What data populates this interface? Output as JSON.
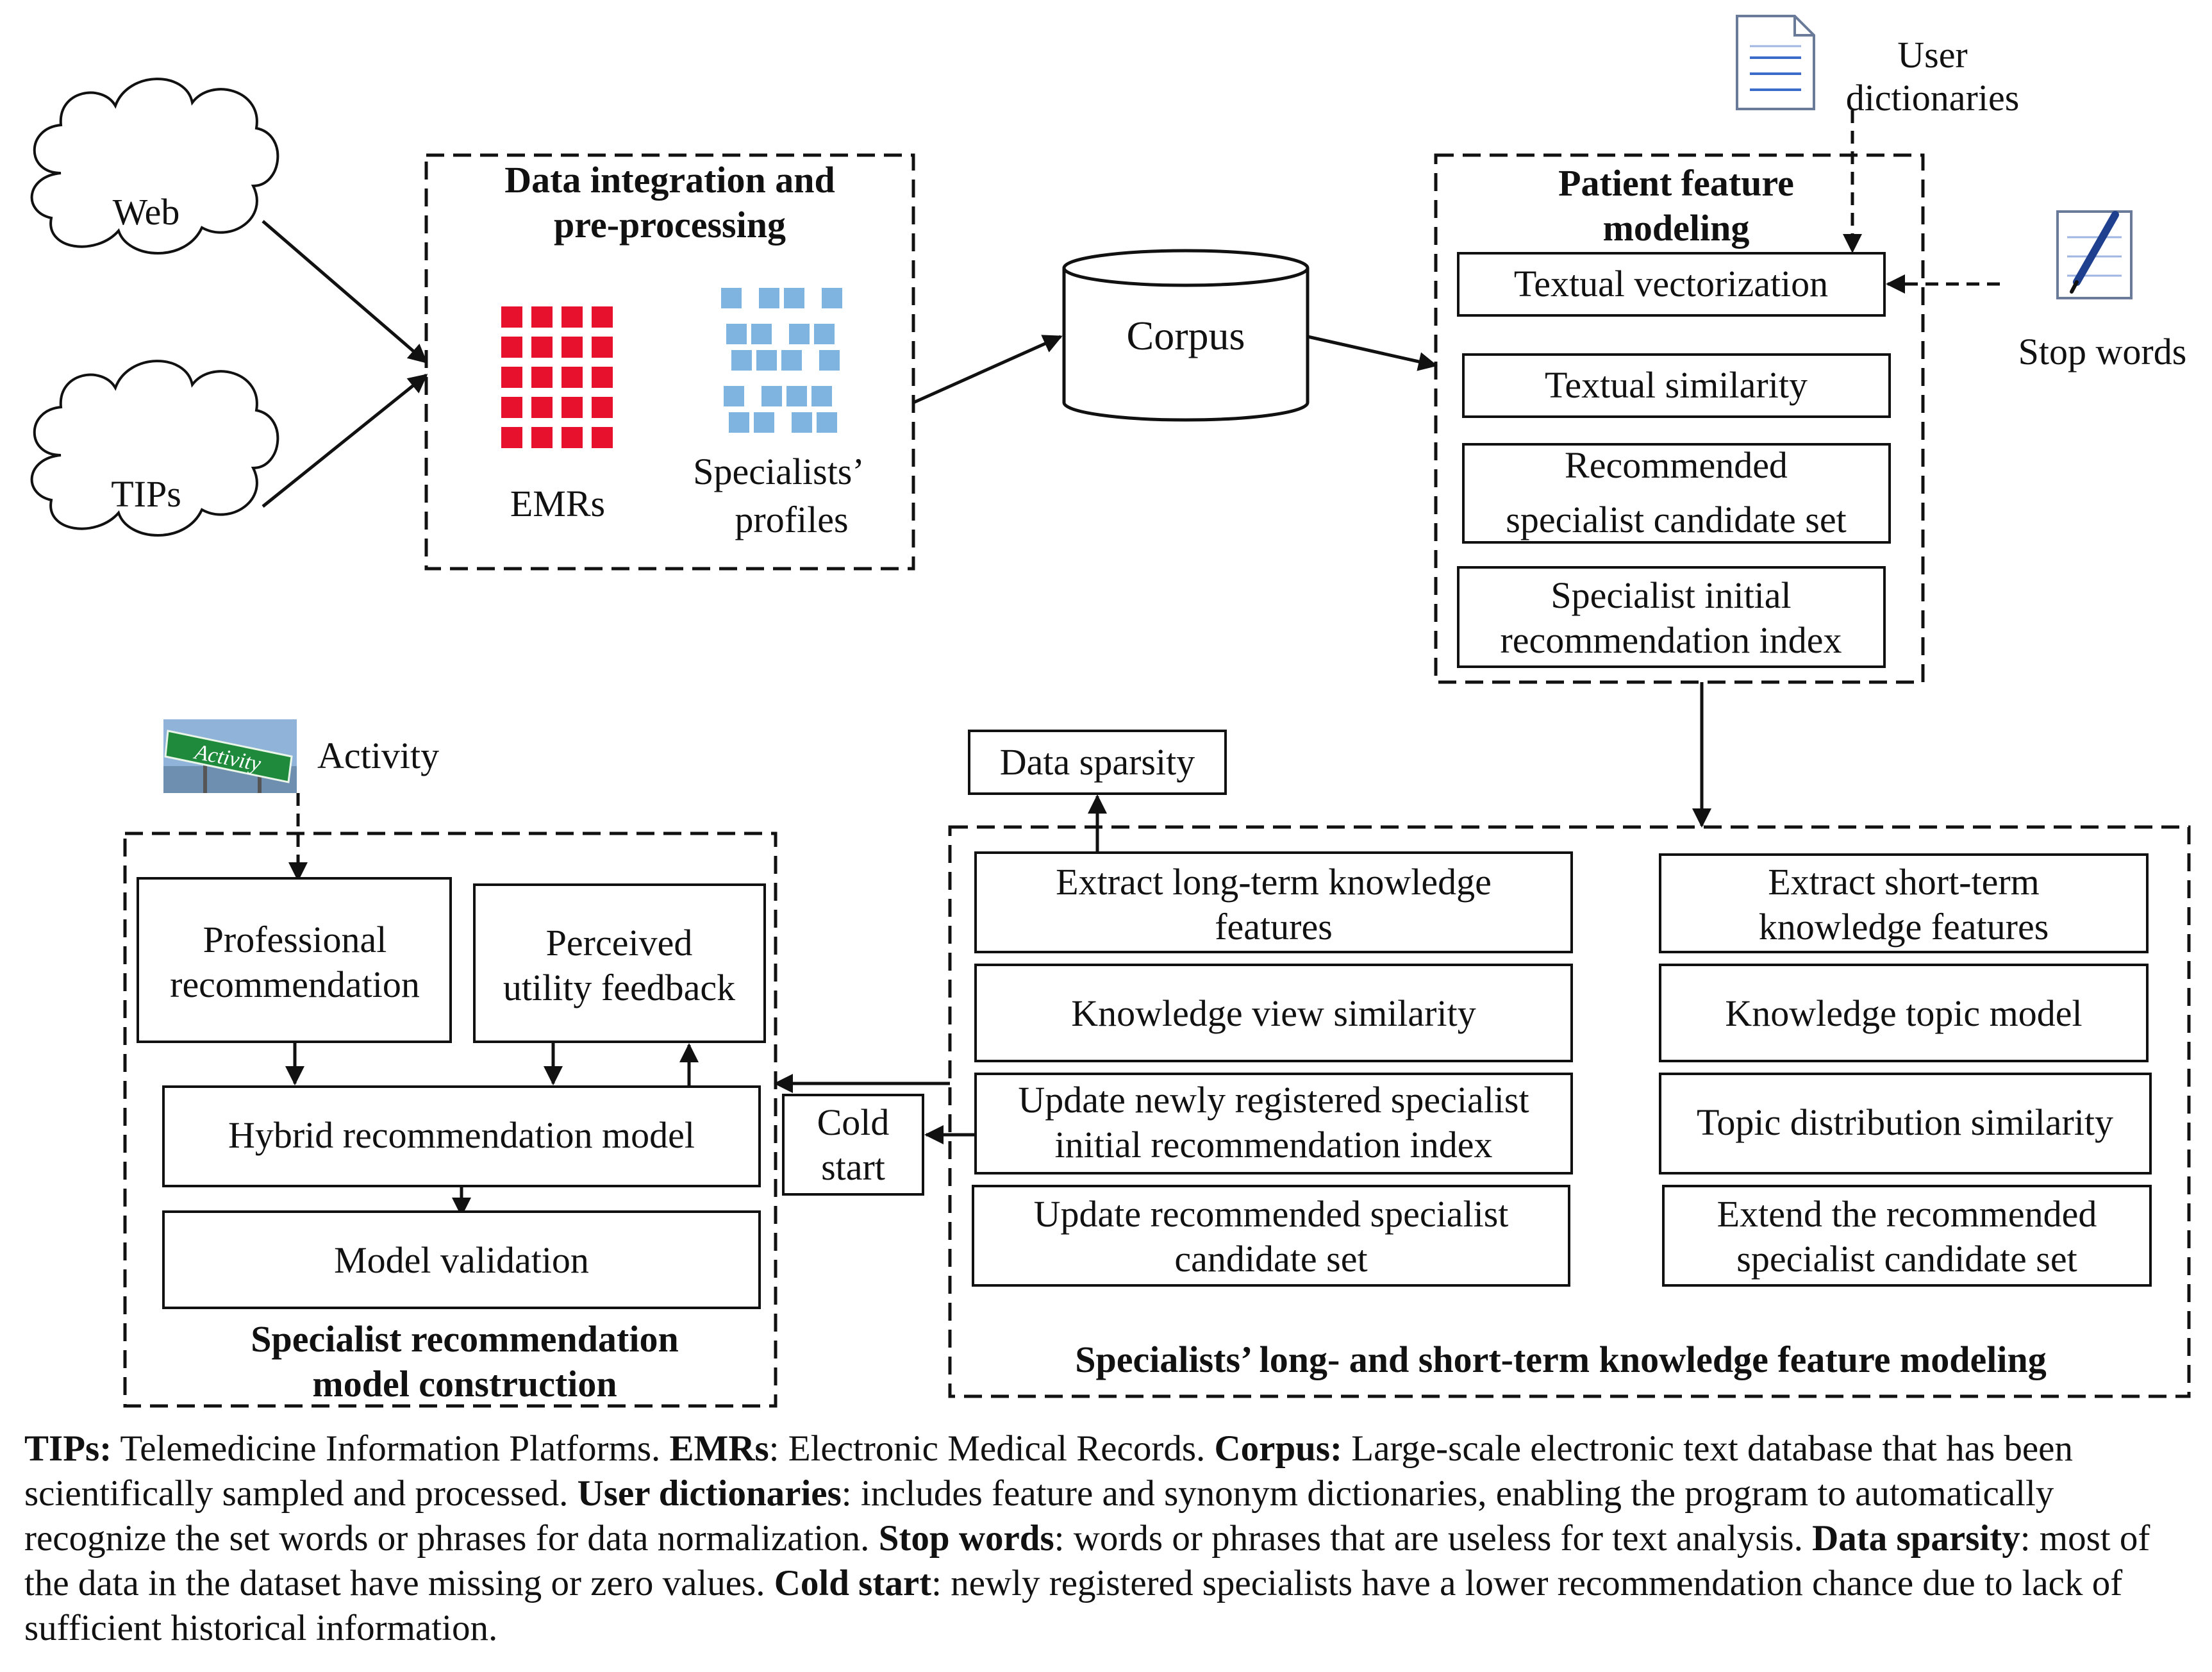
{
  "sources": {
    "web": "Web",
    "tips": "TIPs"
  },
  "data_integration": {
    "title_line1": "Data integration and",
    "title_line2": "pre-processing",
    "emrs": "EMRs",
    "profiles_line1": "Specialists’",
    "profiles_line2": "profiles"
  },
  "corpus": "Corpus",
  "user_dictionaries": {
    "line1": "User",
    "line2": "dictionaries"
  },
  "stop_words": "Stop words",
  "patient_feature": {
    "title_line1": "Patient feature",
    "title_line2": "modeling",
    "textual_vectorization": "Textual vectorization",
    "textual_similarity": "Textual similarity",
    "candidate_line1": "Recommended",
    "candidate_line2": "specialist candidate set",
    "index_line1": "Specialist initial",
    "index_line2": "recommendation index"
  },
  "data_sparsity": "Data sparsity",
  "long_short": {
    "title": "Specialists’ long- and short-term knowledge feature modeling",
    "long_extract_line1": "Extract long-term knowledge",
    "long_extract_line2": "features",
    "knowledge_view": "Knowledge view similarity",
    "update_index_line1": "Update newly registered specialist",
    "update_index_line2": "initial recommendation index",
    "update_candidate_line1": "Update recommended specialist",
    "update_candidate_line2": "candidate set",
    "short_extract_line1": "Extract short-term",
    "short_extract_line2": "knowledge features",
    "topic_model": "Knowledge topic model",
    "topic_similarity": "Topic distribution similarity",
    "extend_line1": "Extend the recommended",
    "extend_line2": "specialist candidate set"
  },
  "cold_start": {
    "line1": "Cold",
    "line2": "start"
  },
  "activity": {
    "label": "Activity",
    "sign": "Activity"
  },
  "specialist_model": {
    "professional_line1": "Professional",
    "professional_line2": "recommendation",
    "perceived_line1": "Perceived",
    "perceived_line2": "utility feedback",
    "hybrid": "Hybrid recommendation model",
    "validation": "Model validation",
    "title_line1": "Specialist recommendation",
    "title_line2": "model construction"
  },
  "legend": [
    {
      "term": "TIPs:",
      "text": " Telemedicine Information Platforms. "
    },
    {
      "term": "EMRs",
      "text": ": Electronic Medical Records. "
    },
    {
      "term": "Corpus:",
      "text": " Large-scale electronic text database that has been scientifically sampled and processed. "
    },
    {
      "term": "User dictionaries",
      "text": ": includes feature  and synonym dictionaries, enabling the program to automatically recognize the set words or phrases for data normalization. "
    },
    {
      "term": "Stop words",
      "text": ": words or phrases that are useless for text analysis. "
    },
    {
      "term": "Data sparsity",
      "text": ": most of the data in the dataset have missing or zero values. "
    },
    {
      "term": "Cold start",
      "text": ": newly registered specialists have a lower recommendation chance due to lack of sufficient historical information."
    }
  ],
  "colors": {
    "line": "#111111",
    "emr_tiles": [
      "#e8112d",
      "#1e90ff",
      "#1ebe5a",
      "#ff8c00",
      "#c71585",
      "#8a2be2"
    ],
    "profile_tiles": [
      "#7fb3e0",
      "#f08080",
      "#4682b4",
      "#48d1cc",
      "#ffa07a",
      "#ba55d3"
    ],
    "sign_sky": "#8fb3d9",
    "sign_green": "#1f8a3b"
  },
  "icons": [
    "cloud-icon",
    "cloud-icon",
    "emr-grid-icon",
    "profiles-grid-icon",
    "document-icon",
    "pen-notepad-icon",
    "activity-sign-icon",
    "database-cylinder-icon"
  ]
}
